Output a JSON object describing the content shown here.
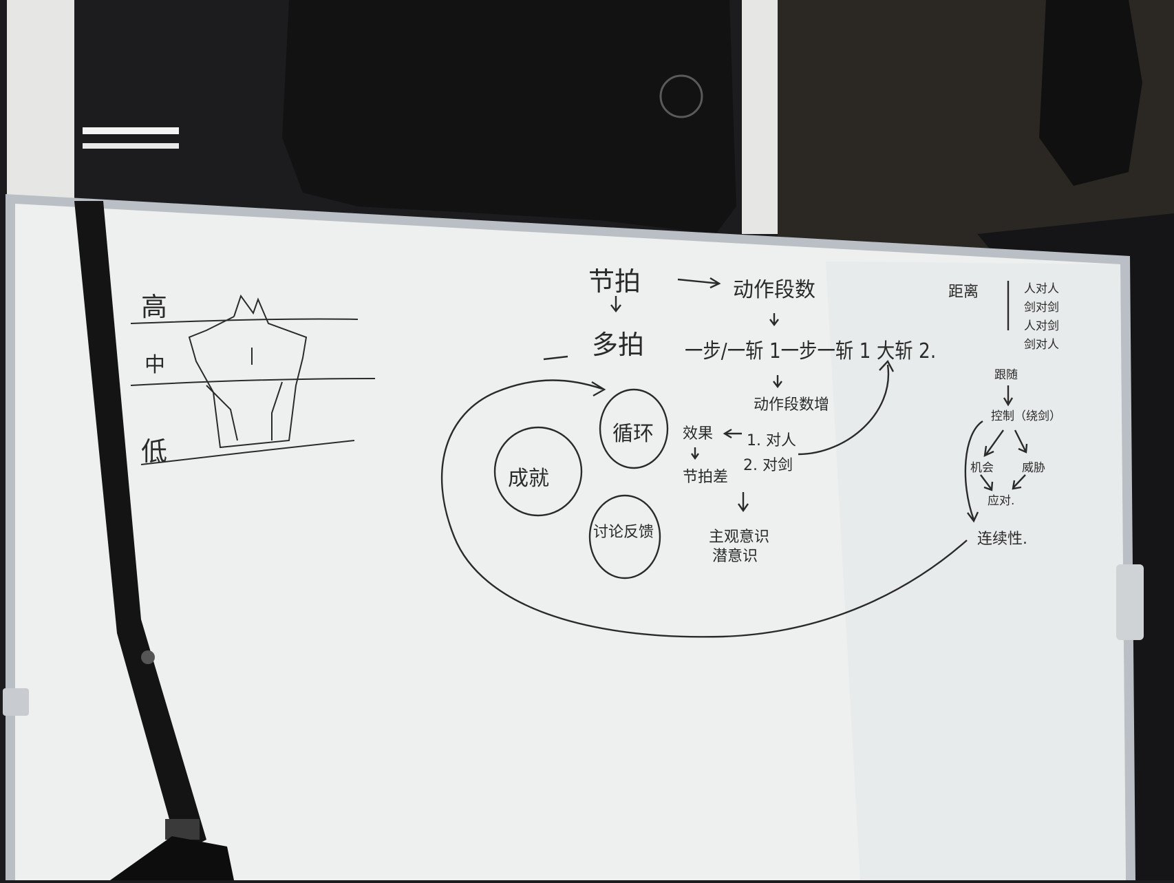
{
  "colors": {
    "ink": "#2a2a2a",
    "board": "#eef0f0",
    "frame": "#b9bfc4",
    "background": "#1c1c1e",
    "strap": "#141414"
  },
  "left_diagram": {
    "levels": [
      "高",
      "中",
      "低"
    ]
  },
  "top_chain": {
    "node1": "节拍",
    "node2": "多拍",
    "target": "动作段数",
    "sequence": "一步/一斩 1一步一斩 1 大斩 2.",
    "increase": "动作段数增"
  },
  "circles": {
    "loop": "循环",
    "success": "成就",
    "feedback": "讨论反馈"
  },
  "effect": {
    "label": "效果",
    "items": [
      "1. 对人",
      "2. 对剑"
    ],
    "result": "节拍差",
    "consciousness": [
      "主观意识",
      "潜意识"
    ]
  },
  "right_section": {
    "distance": "距离",
    "pairs": [
      "人对人",
      "剑对剑",
      "人对剑",
      "剑对人"
    ],
    "follow": "跟随",
    "control": "控制（绕剑）",
    "opportunity": "机会",
    "threat": "威胁",
    "response": "应对.",
    "continuity": "连续性."
  }
}
